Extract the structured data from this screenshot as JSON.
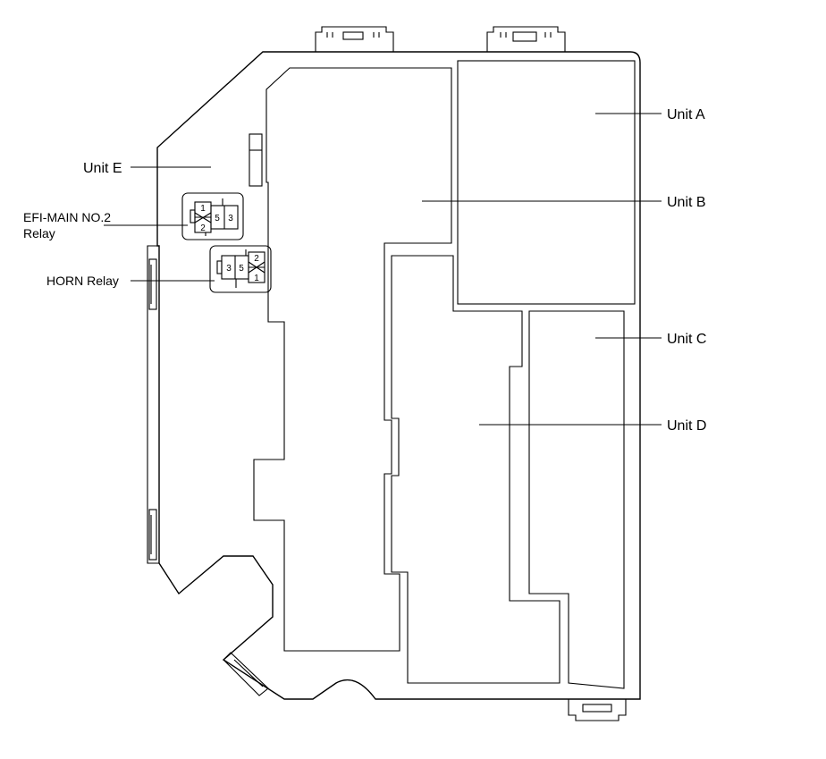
{
  "labels": {
    "unit_a": "Unit A",
    "unit_b": "Unit B",
    "unit_c": "Unit C",
    "unit_d": "Unit D",
    "unit_e": "Unit E",
    "efi_line1": "EFI-MAIN NO.2",
    "efi_line2": "Relay",
    "horn": "HORN Relay"
  },
  "pins": {
    "efi": [
      "1",
      "2",
      "5",
      "3"
    ],
    "horn": [
      "3",
      "5",
      "2",
      "1"
    ]
  }
}
